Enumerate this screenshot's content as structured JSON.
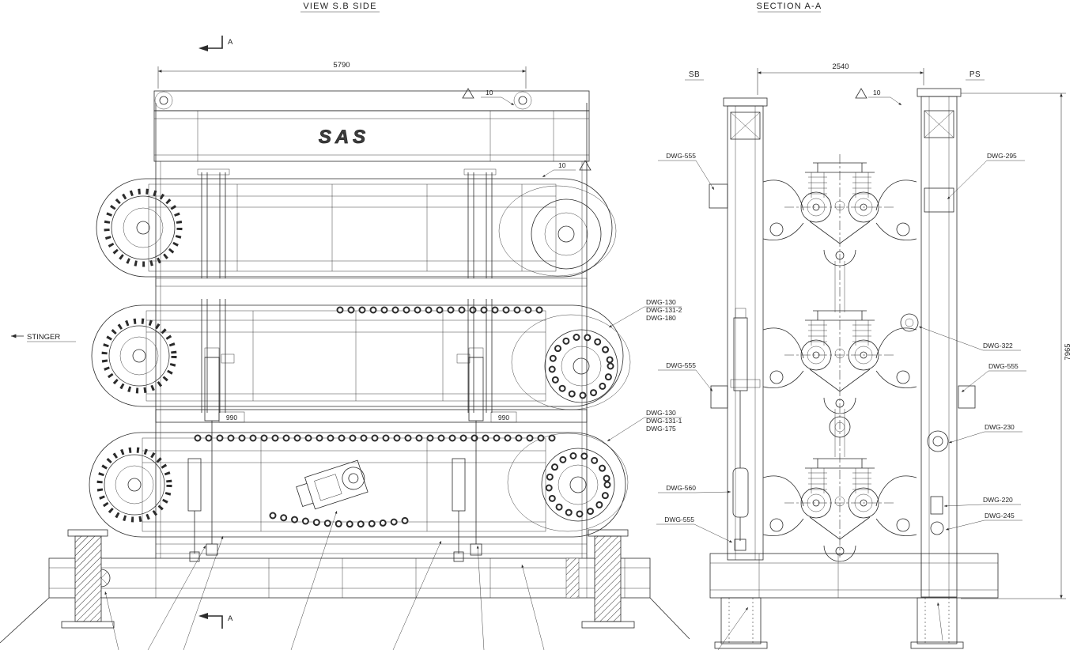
{
  "page": {
    "background": "#ffffff",
    "line_color": "#2b2b2b"
  },
  "views": {
    "left_title": "VIEW  S.B SIDE",
    "right_title": "SECTION A-A"
  },
  "labels": {
    "sas_logo": "SAS",
    "stinger": "STINGER",
    "section_marker": "A",
    "side_sb": "SB",
    "side_ps": "PS",
    "weld_note": "10"
  },
  "dimensions": {
    "overall_length": "5790",
    "overall_width": "2540",
    "overall_height": "7965",
    "pitch_left": "990",
    "pitch_right": "990"
  },
  "callouts": {
    "left_upper": [
      "DWG-130",
      "DWG-131-2",
      "DWG-180"
    ],
    "left_lower": [
      "DWG-130",
      "DWG-131-1",
      "DWG-175"
    ],
    "section_left": [
      "DWG-555",
      "DWG-555",
      "DWG-560",
      "DWG-555"
    ],
    "section_right": [
      "DWG-295",
      "DWG-322",
      "DWG-555",
      "DWG-230",
      "DWG-220",
      "DWG-245"
    ]
  }
}
